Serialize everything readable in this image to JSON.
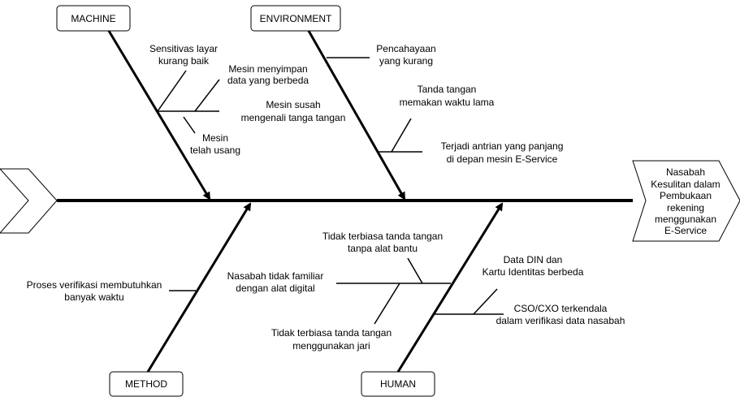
{
  "categories": {
    "machine": "MACHINE",
    "environment": "ENVIRONMENT",
    "method": "METHOD",
    "human": "HUMAN"
  },
  "head": [
    "Nasabah",
    "Kesulitan dalam",
    "Pembukaan",
    "rekening",
    "menggunakan",
    "E-Service"
  ],
  "machine_causes": {
    "c1": [
      "Sensitivas layar",
      "kurang baik"
    ],
    "c2": [
      "Mesin menyimpan",
      "data yang berbeda"
    ],
    "c3": [
      "Mesin susah",
      "mengenali tanga tangan"
    ],
    "c4": [
      "Mesin",
      "telah usang"
    ]
  },
  "environment_causes": {
    "c1": [
      "Pencahayaan",
      "yang kurang"
    ],
    "c2": [
      "Tanda tangan",
      "memakan waktu lama"
    ],
    "c3": [
      "Terjadi antrian yang panjang",
      "di depan mesin E-Service"
    ]
  },
  "method_causes": {
    "c1": [
      "Proses verifikasi membutuhkan",
      "banyak waktu"
    ]
  },
  "human_causes": {
    "c1": [
      "Tidak terbiasa tanda tangan",
      "tanpa alat bantu"
    ],
    "c2": [
      "Nasabah tidak familiar",
      "dengan alat digital"
    ],
    "c3": [
      "Tidak terbiasa tanda tangan",
      "menggunakan jari"
    ],
    "c4": [
      "Data DIN dan",
      "Kartu Identitas berbeda"
    ],
    "c5": [
      "CSO/CXO terkendala",
      "dalam verifikasi data nasabah"
    ]
  }
}
